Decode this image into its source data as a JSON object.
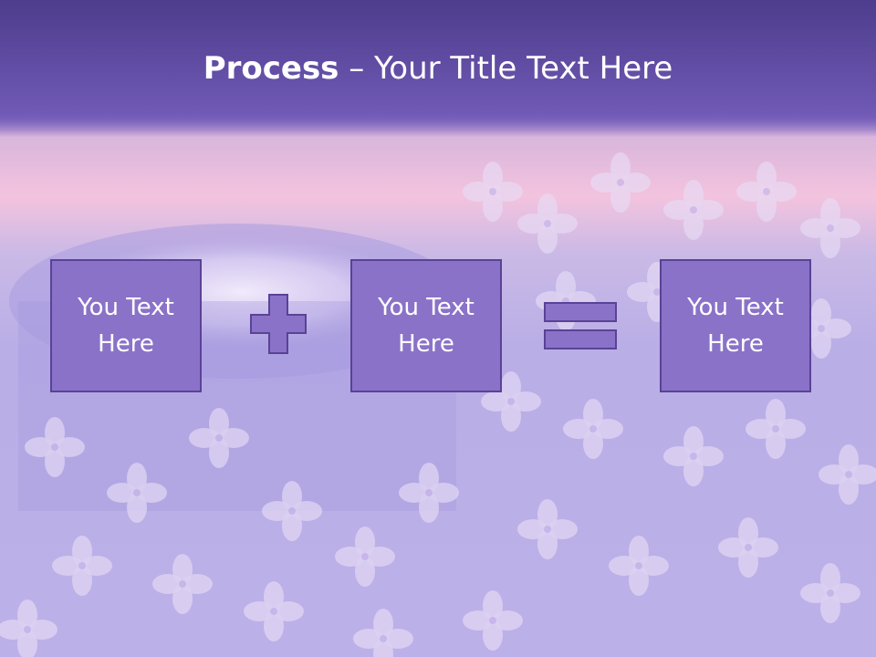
{
  "slide": {
    "title_bold": "Process",
    "title_rest": " – Your Title Text Here",
    "boxes": [
      {
        "line1": "You Text",
        "line2": "Here"
      },
      {
        "line1": "You Text",
        "line2": "Here"
      },
      {
        "line1": "You Text",
        "line2": "Here"
      }
    ],
    "operators": [
      "plus-icon",
      "equals-icon"
    ],
    "colors": {
      "title_bar": "#5e4aa3",
      "box_fill": "#8a72c8",
      "box_border": "#5a4296",
      "operator_fill": "#8a72c8",
      "text": "#ffffff"
    }
  }
}
